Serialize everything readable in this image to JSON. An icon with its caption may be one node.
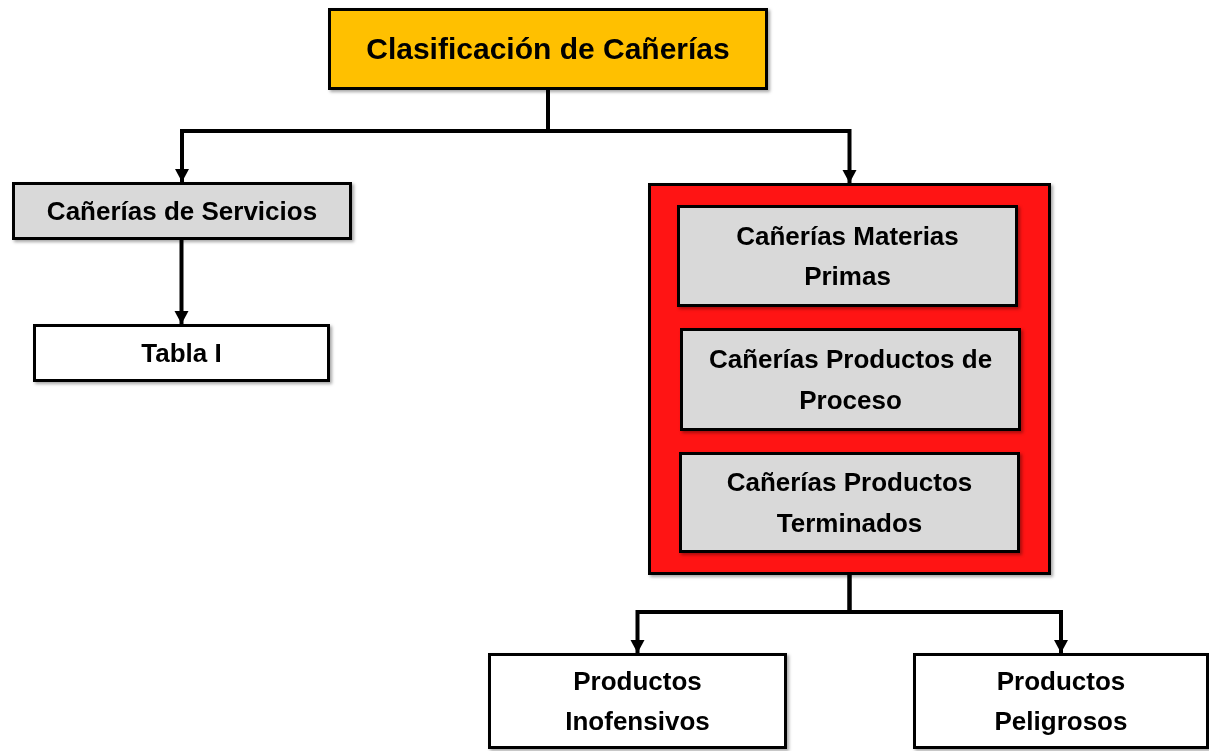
{
  "diagram": {
    "nodes": [
      {
        "text": [
          "Clasificación de Cañerías"
        ]
      },
      {
        "text": [
          "Cañerías de Servicios"
        ]
      },
      {
        "text": [
          "Tabla I"
        ]
      },
      {
        "text": [],
        "shape": "box"
      },
      {
        "text": [
          "Cañerías Materias Primas"
        ],
        "in": 3
      },
      {
        "text": [
          "Cañerías Productos de Proceso"
        ],
        "in": 3
      },
      {
        "text": [
          "Cañerías Productos Terminados"
        ],
        "in": 3
      },
      {
        "text": [
          "Productos Inofensivos"
        ]
      },
      {
        "text": [
          "Productos Peligrosos"
        ]
      }
    ],
    "edges": [
      {
        "from": 0,
        "to": 1,
        "arrow": "to"
      },
      {
        "from": 0,
        "to": 3,
        "arrow": "to"
      },
      {
        "from": 1,
        "to": 2,
        "arrow": "to"
      },
      {
        "from": 3,
        "to": 7,
        "arrow": "to"
      },
      {
        "from": 3,
        "to": 8,
        "arrow": "to"
      }
    ]
  }
}
